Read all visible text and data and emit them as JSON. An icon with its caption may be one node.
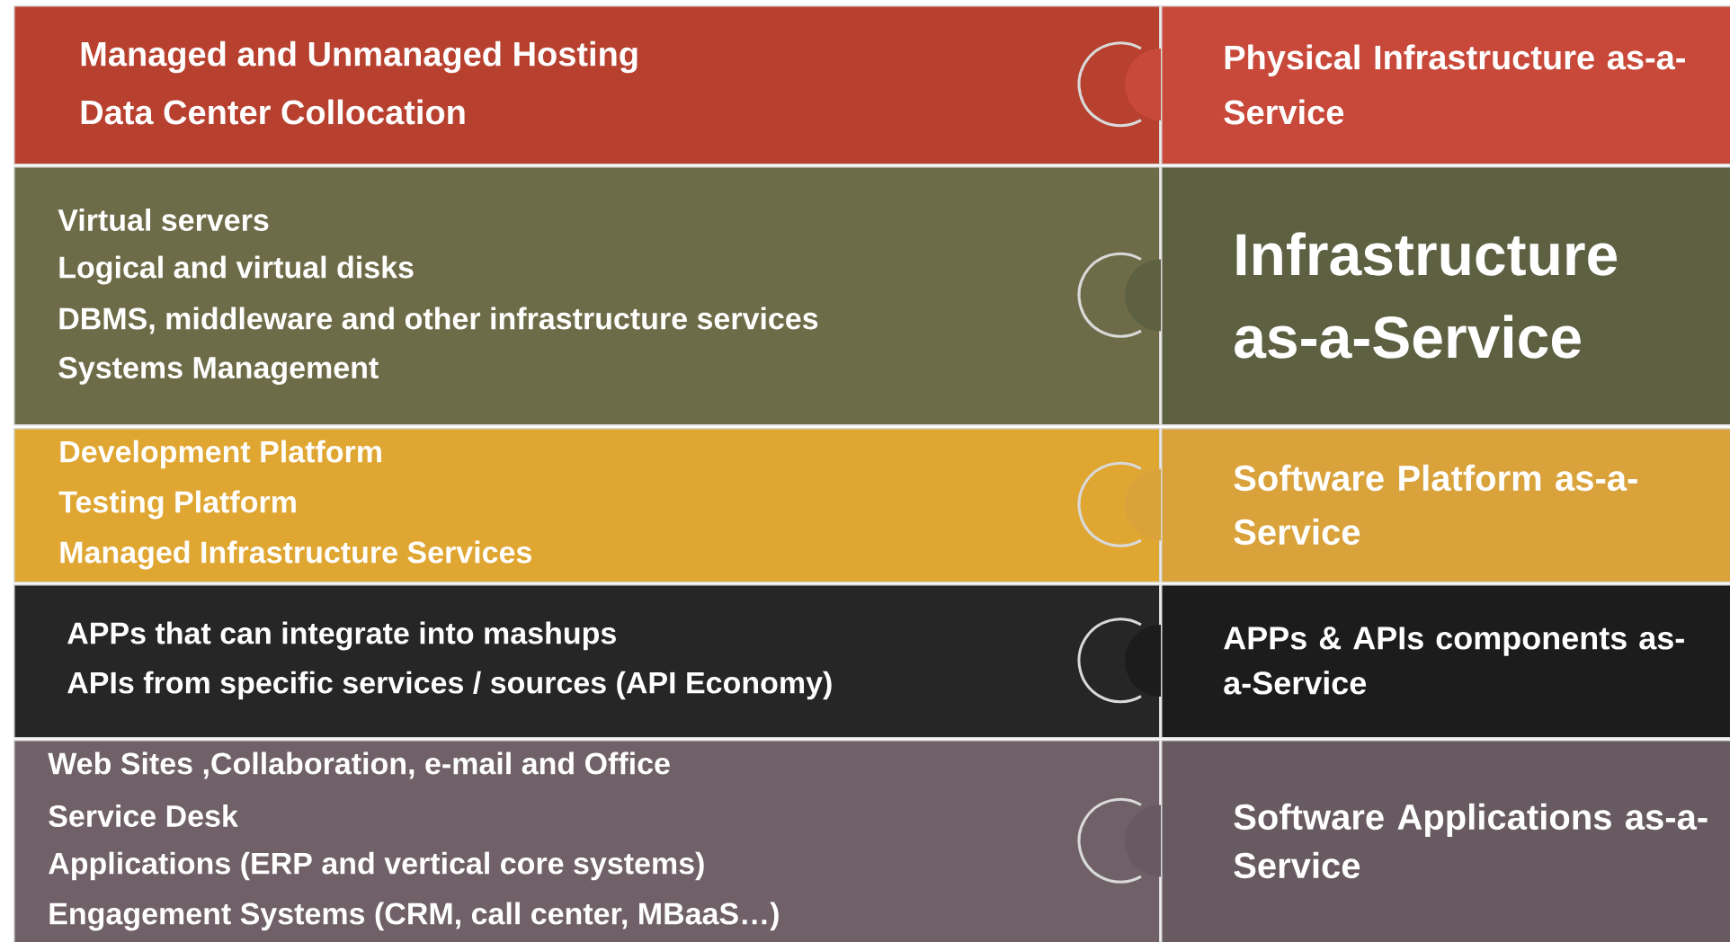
{
  "diagram": {
    "nodes": [
      {
        "text": [
          "Managed  and Unmanaged Hosting",
          "Data Center Collocation"
        ]
      },
      {
        "text": [
          "Physical Infrastructure as-a-Service"
        ]
      },
      {
        "text": [
          "Virtual servers",
          "Logical and virtual disks",
          "DBMS, middleware and other infrastructure services",
          "Systems Management"
        ]
      },
      {
        "text": [
          "Infrastructure as-a-Service"
        ]
      },
      {
        "text": [
          "Development Platform",
          "Testing Platform",
          "Managed Infrastructure Services"
        ]
      },
      {
        "text": [
          "Software Platform as-a-Service"
        ]
      },
      {
        "text": [
          "APPs  that can integrate into mashups",
          "APIs from specific services / sources  (API Economy)"
        ]
      },
      {
        "text": [
          "APPs & APIs components as-a-Service"
        ]
      },
      {
        "text": [
          "Web Sites ,Collaboration, e-mail and Office",
          "Service Desk",
          "Applications (ERP and vertical core systems)",
          "Engagement Systems  (CRM, call center, MBaaS…)"
        ]
      },
      {
        "text": [
          "Software Applications as-a-Service"
        ]
      }
    ]
  }
}
